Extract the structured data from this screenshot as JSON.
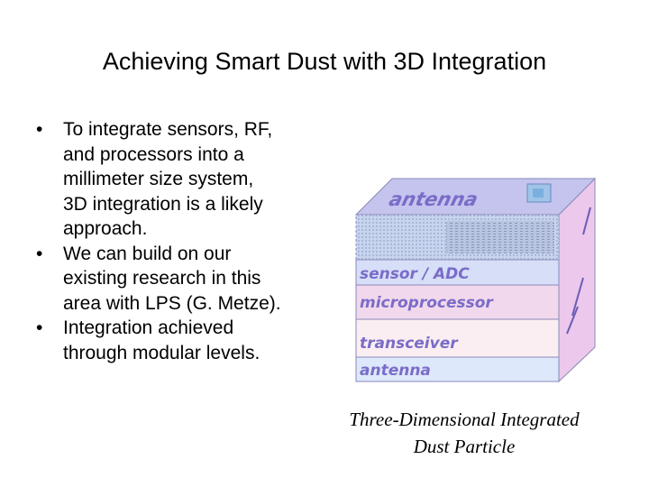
{
  "slide": {
    "title": "Achieving Smart Dust with 3D Integration",
    "bullets": [
      {
        "lines": [
          "To integrate sensors, RF,",
          "and processors into a",
          "millimeter size system,",
          "3D integration is a likely",
          "approach."
        ]
      },
      {
        "lines": [
          "We can build on our",
          "existing research in this",
          "area with LPS (G. Metze)."
        ]
      },
      {
        "lines": [
          "Integration achieved",
          "through modular levels."
        ]
      }
    ],
    "bullet_glyph": "•"
  },
  "figure": {
    "layers": {
      "top_antenna": "antenna",
      "sensor": "sensor / ADC",
      "microprocessor": "microprocessor",
      "transceiver": "transceiver",
      "bottom_antenna": "antenna"
    },
    "colors": {
      "antenna_layer": "#c4c4ee",
      "sensor_layer": "#d6def8",
      "micro_layer": "#f2d8ec",
      "transceiver_layer": "#faeef2",
      "bottom_antenna_layer": "#dde8fa",
      "layer_label": "#7a6cc8",
      "side_face": "#ebc8ec"
    },
    "caption_lines": [
      "Three-Dimensional Integrated",
      "Dust Particle"
    ]
  }
}
